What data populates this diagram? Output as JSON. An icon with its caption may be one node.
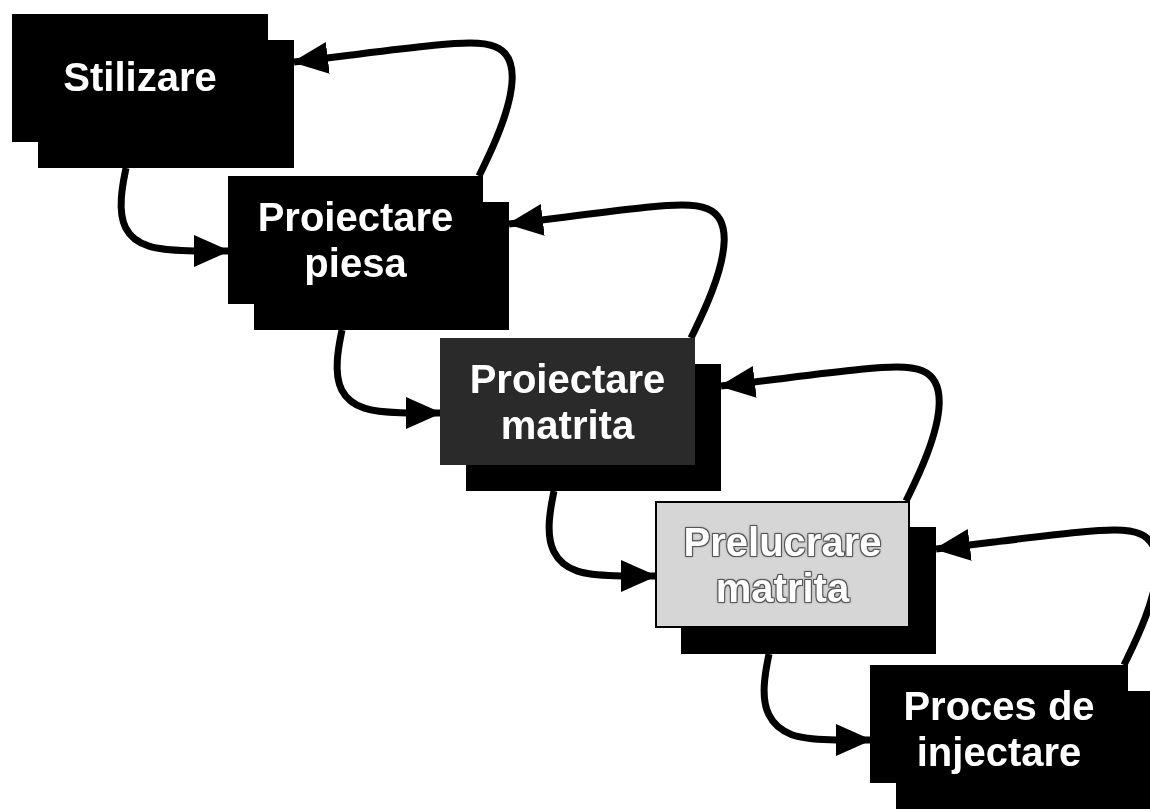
{
  "diagram": {
    "nodes": [
      {
        "text": [
          "Stilizare"
        ]
      },
      {
        "text": [
          "Proiectare piesa"
        ]
      },
      {
        "text": [
          "Proiectare matrita"
        ]
      },
      {
        "text": [
          "Prelucrare matrita"
        ]
      },
      {
        "text": [
          "Proces de injectare"
        ]
      }
    ],
    "edges": [
      {
        "from": 0,
        "to": 1,
        "arrow": "to"
      },
      {
        "from": 1,
        "to": 0,
        "arrow": "to"
      },
      {
        "from": 1,
        "to": 2,
        "arrow": "to"
      },
      {
        "from": 2,
        "to": 1,
        "arrow": "to"
      },
      {
        "from": 2,
        "to": 3,
        "arrow": "to"
      },
      {
        "from": 3,
        "to": 2,
        "arrow": "to"
      },
      {
        "from": 3,
        "to": 4,
        "arrow": "to"
      },
      {
        "from": 4,
        "to": 3,
        "arrow": "to"
      }
    ]
  }
}
